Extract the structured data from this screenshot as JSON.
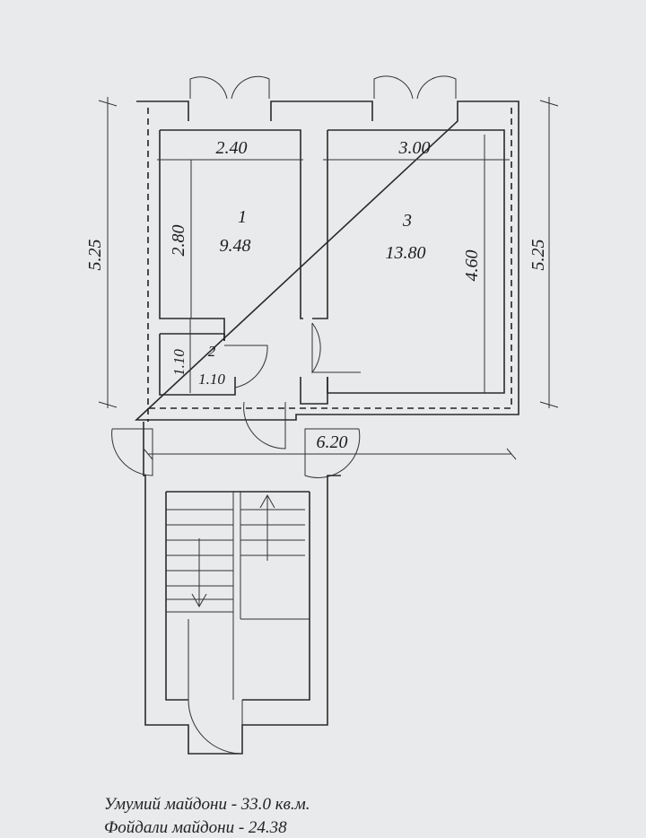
{
  "rooms": [
    {
      "number": "1",
      "area": "9.48"
    },
    {
      "number": "2",
      "area": "1.10"
    },
    {
      "number": "3",
      "area": "13.80"
    }
  ],
  "dimensions": {
    "room1_width": "2.40",
    "room3_width": "3.00",
    "room1_depth": "2.80",
    "room3_depth": "4.60",
    "room2_depth": "1.10",
    "overall_left": "5.25",
    "overall_right": "5.25",
    "overall_width": "6.20"
  },
  "notes": {
    "total_area": "Умумий майдони - 33.0 кв.м.",
    "useful_area": "Фойдали майдони - 24.38"
  },
  "colors": {
    "line": "#2a2a2a",
    "paper": "#e9eaec"
  }
}
